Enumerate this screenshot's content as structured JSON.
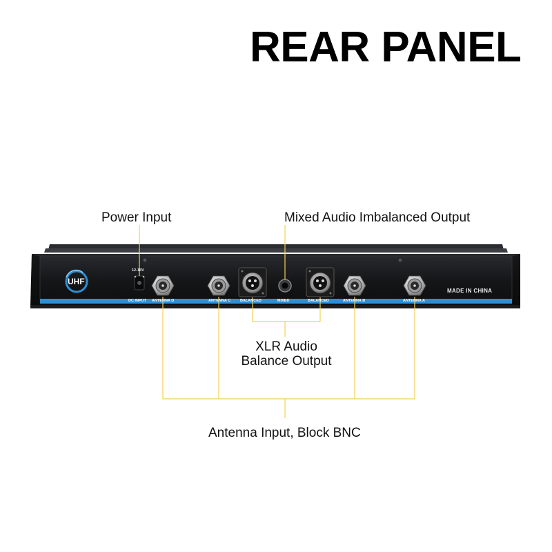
{
  "title": "REAR PANEL",
  "callouts": {
    "power_input": "Power Input",
    "mixed_output": "Mixed Audio Imbalanced Output",
    "xlr_line1": "XLR Audio",
    "xlr_line2": "Balance Output",
    "antenna_input": "Antenna Input, Block BNC"
  },
  "panel": {
    "logo": "UHF",
    "made_in": "MADE IN CHINA",
    "voltage": "12-18V",
    "dc_input": "DC INPUT",
    "antenna_d": "ANTENNA D",
    "antenna_c": "ANTENNA C",
    "balanced_1": "BALANCED",
    "mixed": "MIXED",
    "balanced_2": "BALANCED",
    "antenna_b": "ANTENNA B",
    "antenna_a": "ANTENNA A"
  },
  "colors": {
    "leader_line": "#f2cf5a",
    "panel_body": "#141416",
    "panel_stripe": "#2e8fd3",
    "logo_ring": "#2e8fd3"
  },
  "icons": [
    "uhf-logo-icon",
    "dc-jack-icon",
    "bnc-connector-icon",
    "xlr-connector-icon",
    "quarter-inch-jack-icon",
    "screw-icon"
  ]
}
